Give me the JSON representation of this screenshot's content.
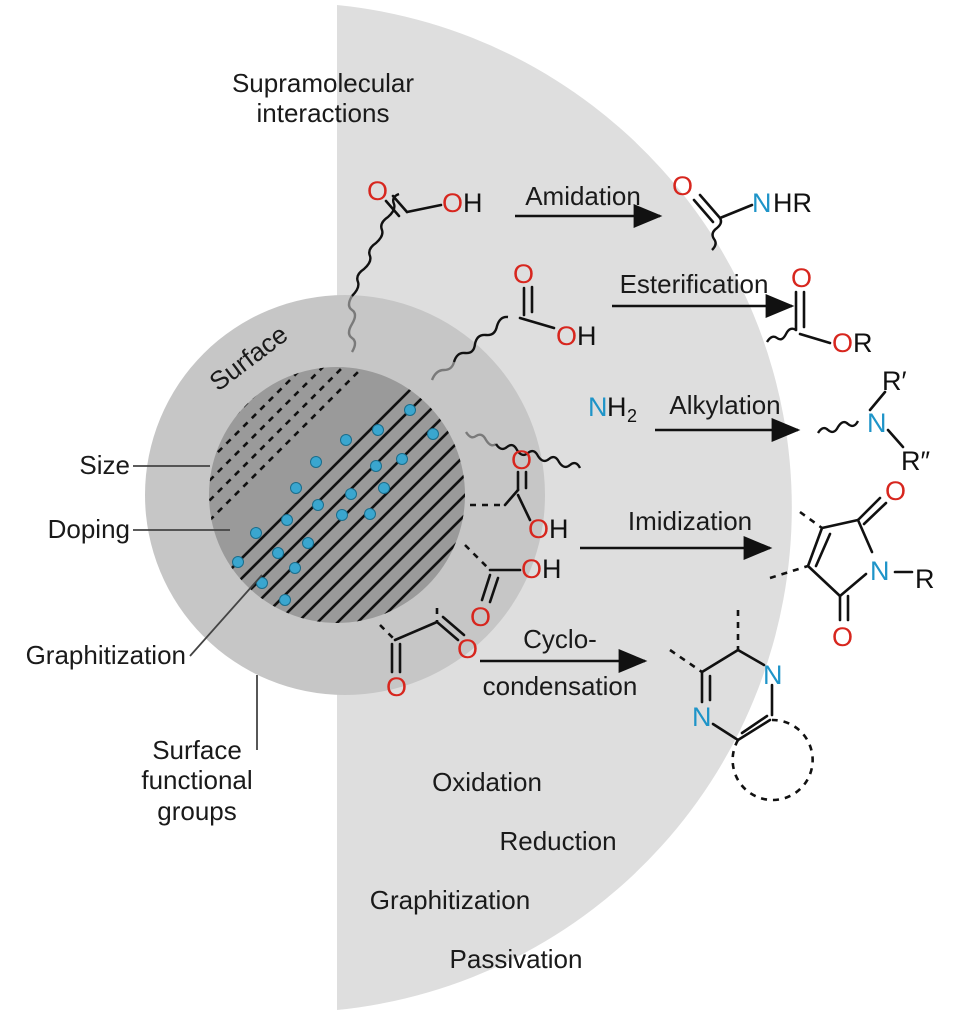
{
  "colors": {
    "panel": "#dedede",
    "outer_shell": "#c6c6c6",
    "core": "#9a9a9a",
    "dopant": "#3aa6cf",
    "oxygen": "#d7261e",
    "nitrogen": "#1e94c8",
    "ink": "#1a1a1a"
  },
  "labels": {
    "supramolecular": [
      "Supramolecular",
      "interactions"
    ],
    "surface": "Surface",
    "size": "Size",
    "doping": "Doping",
    "graphitization_left": "Graphitization",
    "surface_functional": [
      "Surface",
      "functional",
      "groups"
    ],
    "oxidation": "Oxidation",
    "reduction": "Reduction",
    "graphitization_bottom": "Graphitization",
    "passivation": "Passivation"
  },
  "reactions": {
    "amidation": "Amidation",
    "esterification": "Esterification",
    "alkylation": "Alkylation",
    "imidization": "Imidization",
    "cyclo": [
      "Cyclo-",
      "condensation"
    ]
  },
  "atoms": {
    "O": "O",
    "OH": "OH",
    "H": "H",
    "N": "N",
    "NH": "N",
    "HR": "HR",
    "R": "R",
    "R1": "R′",
    "R2": "R″",
    "sub2": "2"
  }
}
